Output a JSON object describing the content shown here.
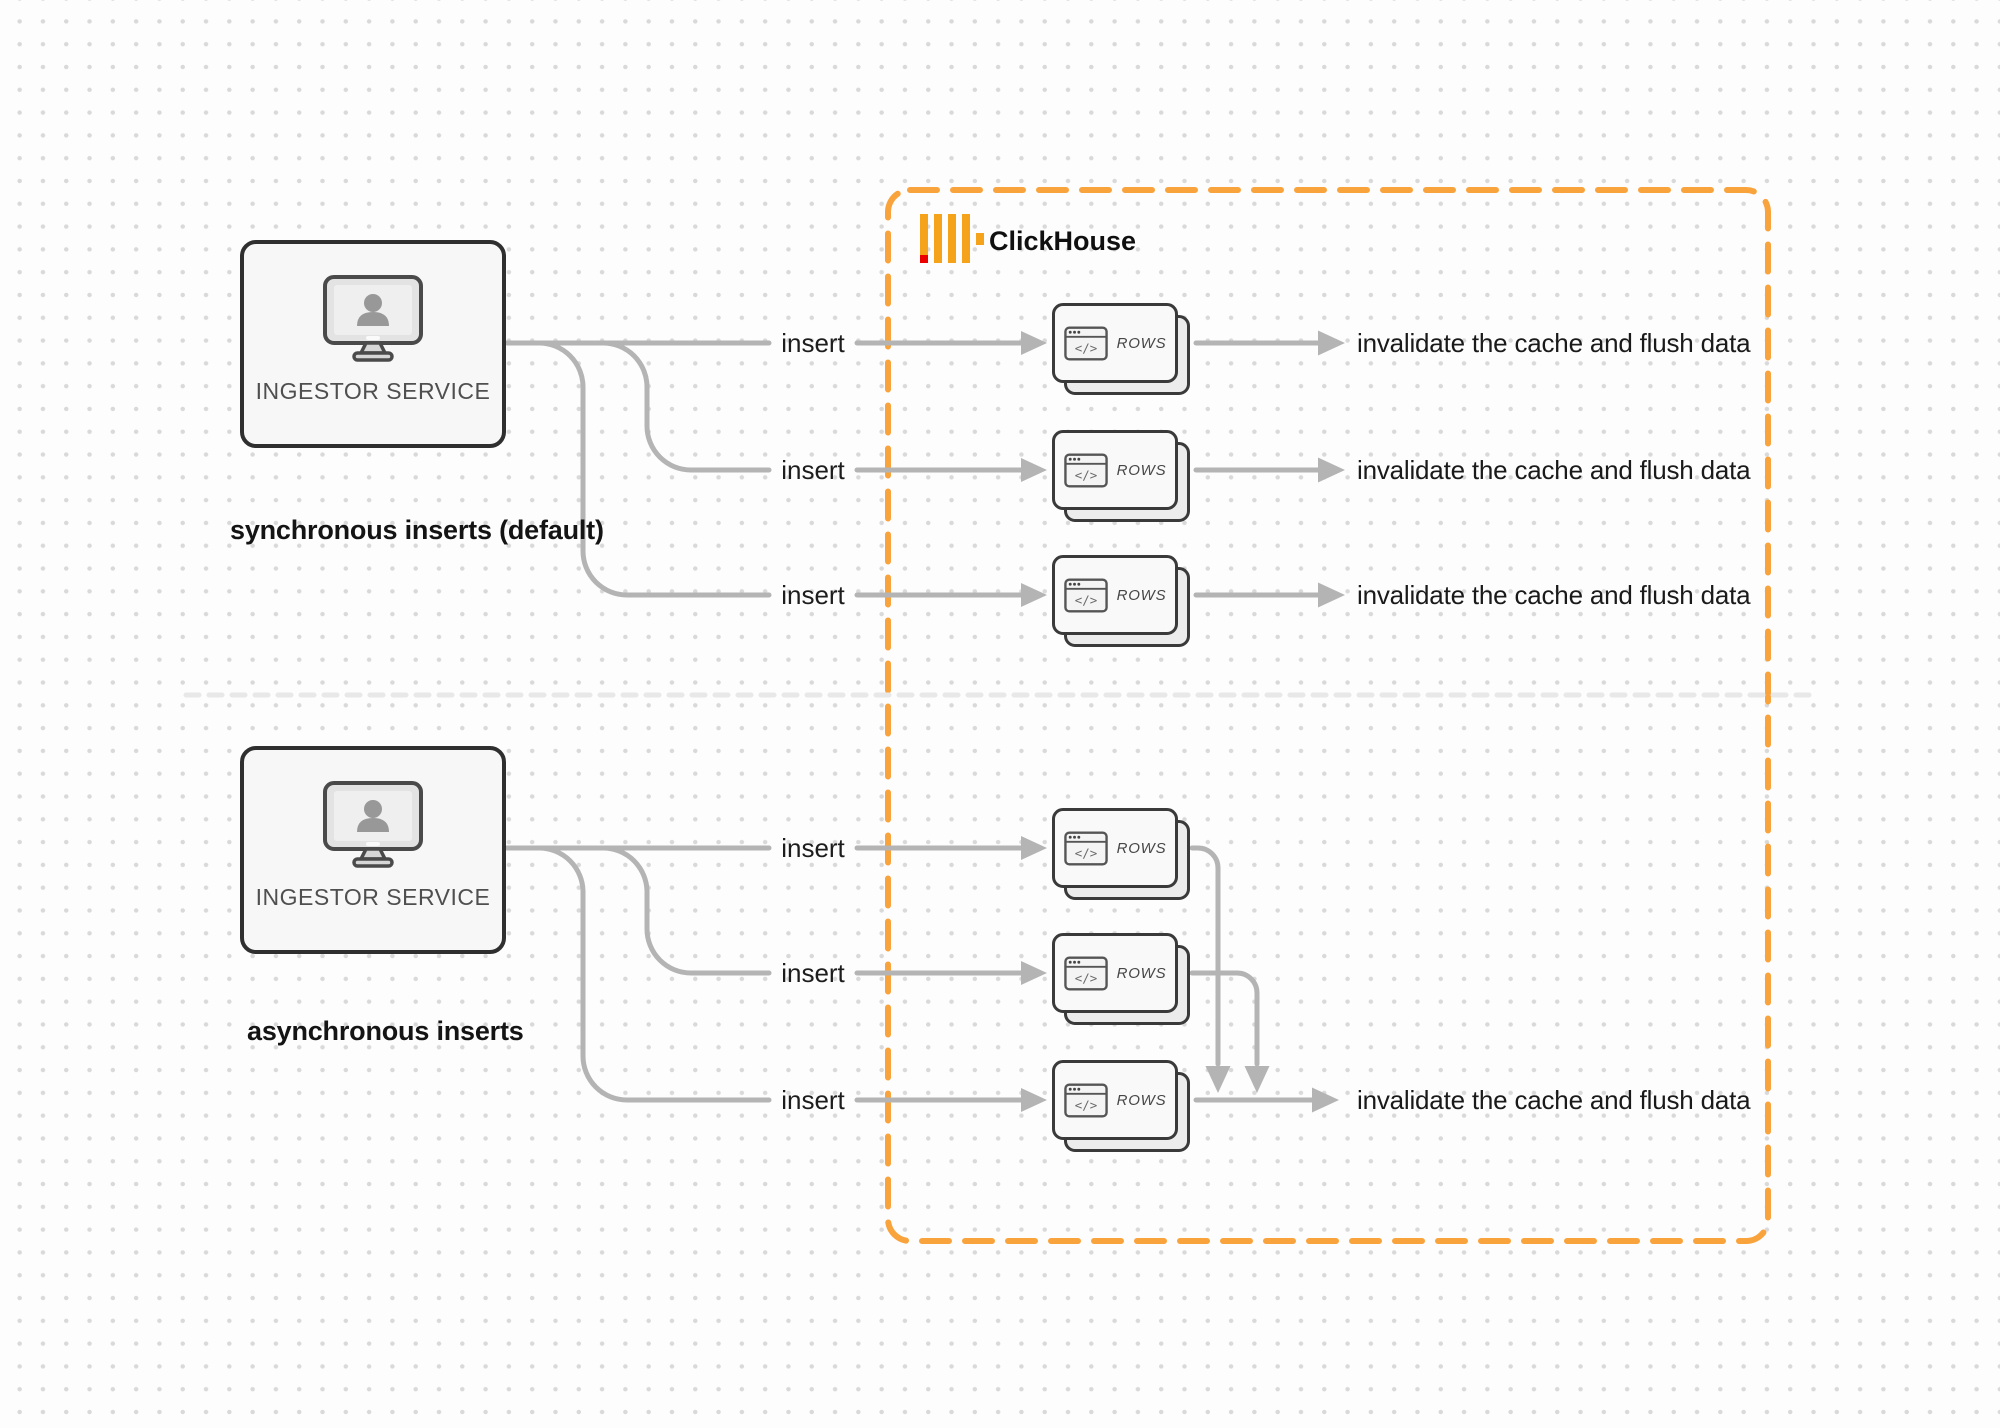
{
  "clickhouse": {
    "brand_label": "ClickHouse"
  },
  "glyphs": {
    "code_tag": "</>"
  },
  "colors": {
    "clickhouse_orange": "#F9A33C",
    "logo_amber": "#F6A31C",
    "logo_red": "#EC0000",
    "arrow_gray": "#b4b4b4",
    "box_border_dark": "#2f2f2f",
    "divider_gray": "#e8e8e8"
  },
  "sync_section": {
    "caption": "synchronous inserts (default)",
    "service_box": {
      "label": "INGESTOR SERVICE"
    },
    "rows": [
      {
        "insert_label": "insert",
        "card_label": "ROWS",
        "result_label": "invalidate the cache and flush data"
      },
      {
        "insert_label": "insert",
        "card_label": "ROWS",
        "result_label": "invalidate the cache and flush data"
      },
      {
        "insert_label": "insert",
        "card_label": "ROWS",
        "result_label": "invalidate the cache and flush data"
      }
    ]
  },
  "async_section": {
    "caption": "asynchronous inserts",
    "service_box": {
      "label": "INGESTOR SERVICE"
    },
    "rows": [
      {
        "insert_label": "insert",
        "card_label": "ROWS"
      },
      {
        "insert_label": "insert",
        "card_label": "ROWS"
      },
      {
        "insert_label": "insert",
        "card_label": "ROWS"
      }
    ],
    "result_label": "invalidate the cache and flush data"
  }
}
